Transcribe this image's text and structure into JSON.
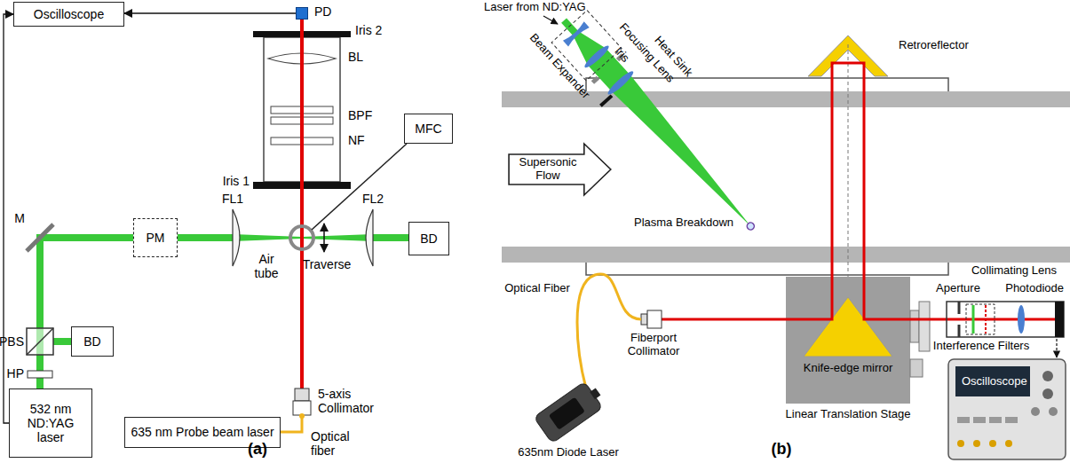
{
  "diagram": {
    "nodes": [
      {
        "text": [
          "Oscilloscope"
        ]
      },
      {
        "text": [
          "PD"
        ]
      },
      {
        "text": [
          "MFC"
        ]
      },
      {
        "text": [
          "PM"
        ]
      },
      {
        "text": [
          "BD"
        ]
      },
      {
        "text": [
          "BD"
        ]
      },
      {
        "text": [
          "532 nm ND:YAG laser"
        ]
      },
      {
        "text": [
          "635 nm Probe beam laser"
        ]
      },
      {
        "text": [
          "Supersonic Flow"
        ]
      },
      {
        "text": [
          "Oscilloscope"
        ]
      }
    ],
    "edges": [
      {
        "from": 1,
        "to": 0,
        "arrow": "to"
      },
      {
        "from": 6,
        "to": 0,
        "arrow": "to"
      }
    ],
    "labels": [
      "Iris 2",
      "BL",
      "BPF",
      "NF",
      "Iris 1",
      "FL1",
      "Air tube",
      "Traverse",
      "FL2",
      "M",
      "PBS",
      "HP",
      "5-axis Collimator",
      "Optical fiber",
      "(a)",
      "Laser from ND:YAG",
      "Beam Expander",
      "Iris",
      "Focusing Lens",
      "Heat Sink",
      "Retroreflector",
      "Plasma Breakdown",
      "Optical Fiber",
      "Fiberport Collimator",
      "Knife-edge mirror",
      "Linear Translation Stage",
      "Aperture",
      "Collimating Lens",
      "Photodiode",
      "Interference Filters",
      "635nm Diode Laser",
      "(b)"
    ]
  }
}
